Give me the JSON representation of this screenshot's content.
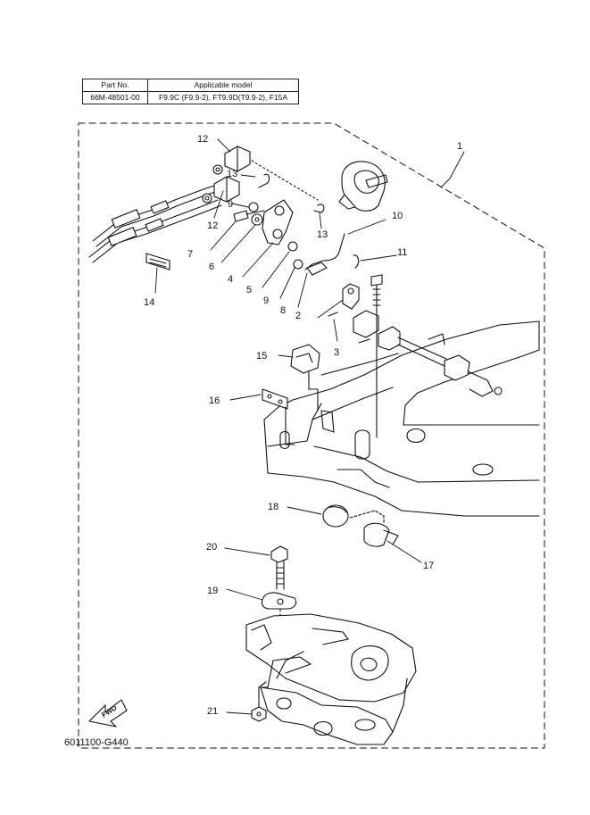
{
  "applicability_table": {
    "headers": [
      "Part No.",
      "Applicable model"
    ],
    "rows": [
      [
        "66M-48501-00",
        "F9.9C (F9.9-2), FT9.9D(T9.9-2), F15A"
      ]
    ]
  },
  "callouts": [
    "1",
    "2",
    "3",
    "4",
    "5",
    "6",
    "7",
    "8",
    "9",
    "9",
    "10",
    "11",
    "12",
    "12",
    "13",
    "13",
    "14",
    "15",
    "16",
    "17",
    "18",
    "19",
    "20",
    "21"
  ],
  "direction_marker": "FWD",
  "figure_code": "6011100-G440"
}
